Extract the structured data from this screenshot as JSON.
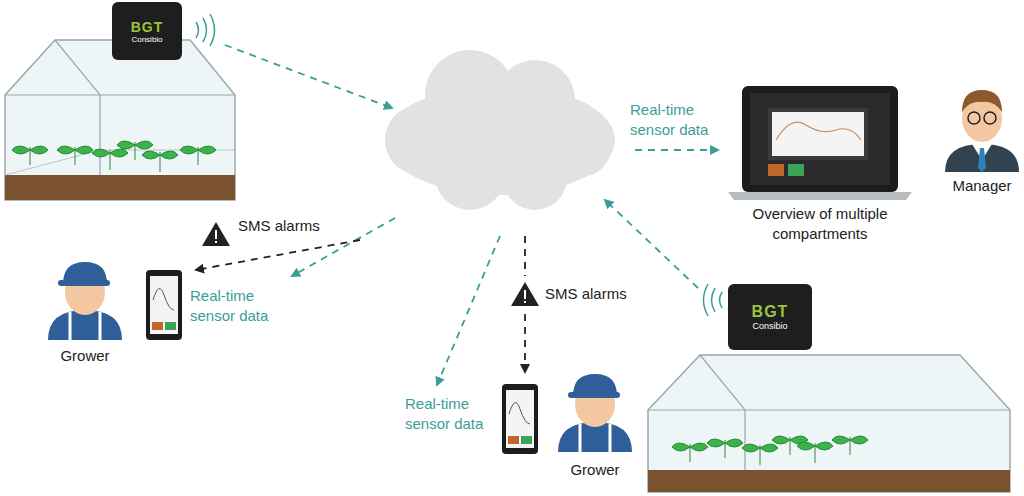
{
  "diagram": {
    "nodes": [
      {
        "text": [
          "BGT",
          "Consibio"
        ]
      },
      {
        "text": [
          "BGT",
          "Consibio"
        ]
      }
    ],
    "labels": [
      "SMS alarms",
      "Real-time sensor data",
      "SMS alarms",
      "Real-time sensor data",
      "Real-time sensor data",
      "Overview of multiple compartments",
      "Manager",
      "Grower",
      "Grower"
    ]
  }
}
